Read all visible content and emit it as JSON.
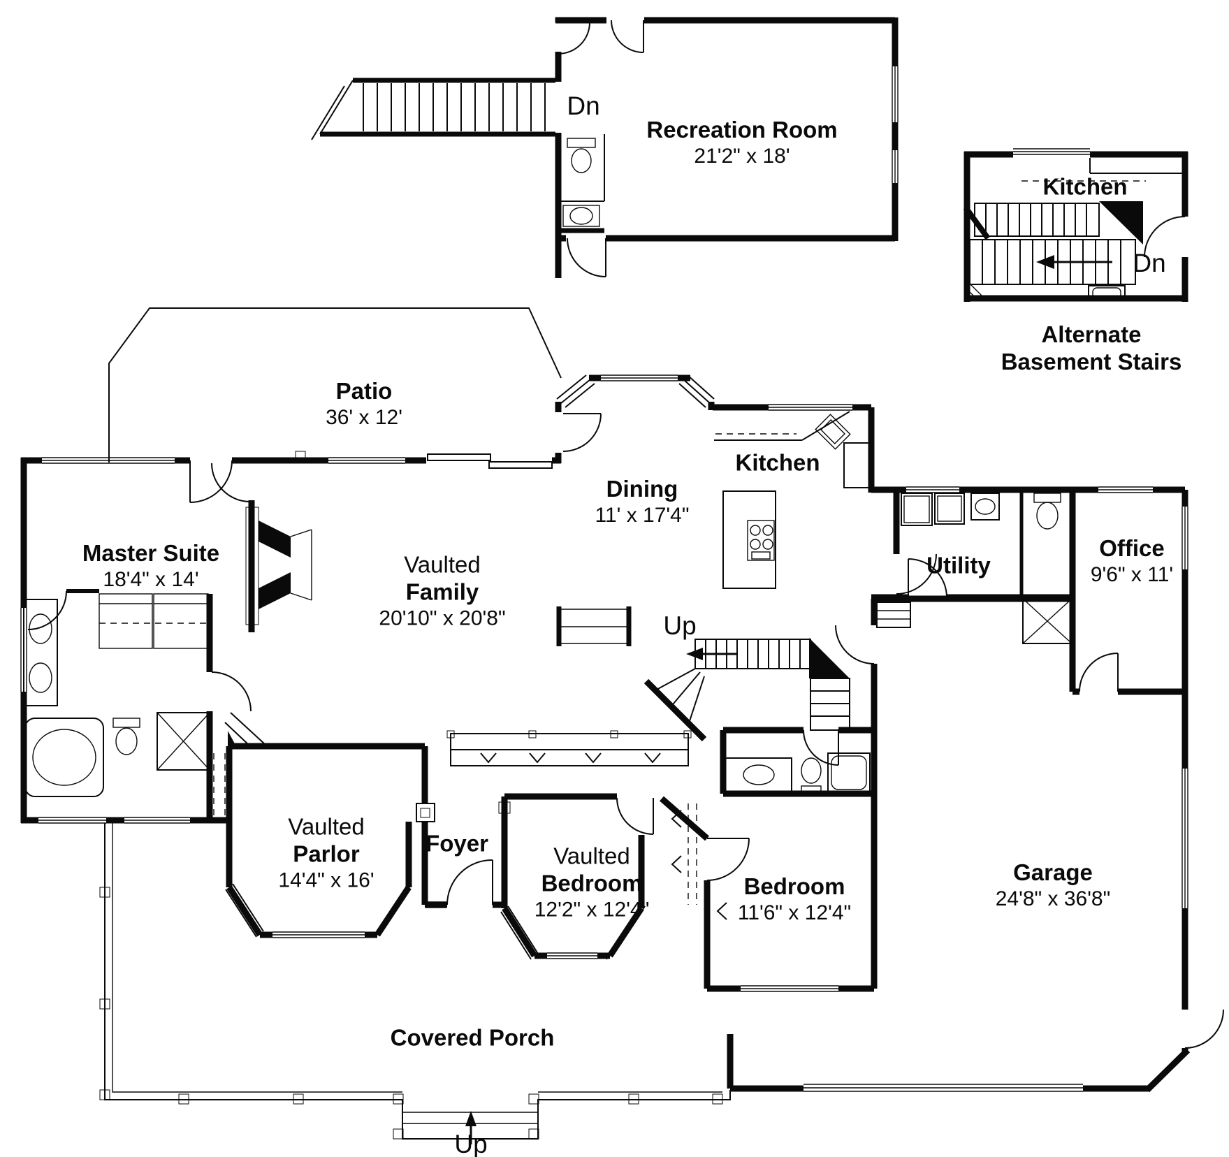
{
  "labels": {
    "rec_room": {
      "name": "Recreation Room",
      "dims": "21'2\" x 18'"
    },
    "inset_a_dn": "Dn",
    "inset_b_kitchen": "Kitchen",
    "inset_b_dn": "Dn",
    "inset_b_caption1": "Alternate",
    "inset_b_caption2": "Basement Stairs",
    "patio": {
      "name": "Patio",
      "dims": "36' x 12'"
    },
    "master": {
      "name": "Master Suite",
      "dims": "18'4\" x 14'"
    },
    "family": {
      "prefix": "Vaulted",
      "name": "Family",
      "dims": "20'10\" x 20'8\""
    },
    "dining": {
      "name": "Dining",
      "dims": "11' x 17'4\""
    },
    "kitchen": "Kitchen",
    "utility": "Utility",
    "office": {
      "name": "Office",
      "dims": "9'6\" x 11'"
    },
    "up_stairs": "Up",
    "parlor": {
      "prefix": "Vaulted",
      "name": "Parlor",
      "dims": "14'4\" x 16'"
    },
    "foyer": "Foyer",
    "bedroom1": {
      "prefix": "Vaulted",
      "name": "Bedroom",
      "dims": "12'2\" x 12'4\""
    },
    "bedroom2": {
      "name": "Bedroom",
      "dims": "11'6\" x 12'4\""
    },
    "garage": {
      "name": "Garage",
      "dims": "24'8\" x 36'8\""
    },
    "porch": "Covered Porch",
    "up_entry": "Up"
  },
  "colors": {
    "line": "#0a0a0a",
    "background": "#ffffff"
  }
}
